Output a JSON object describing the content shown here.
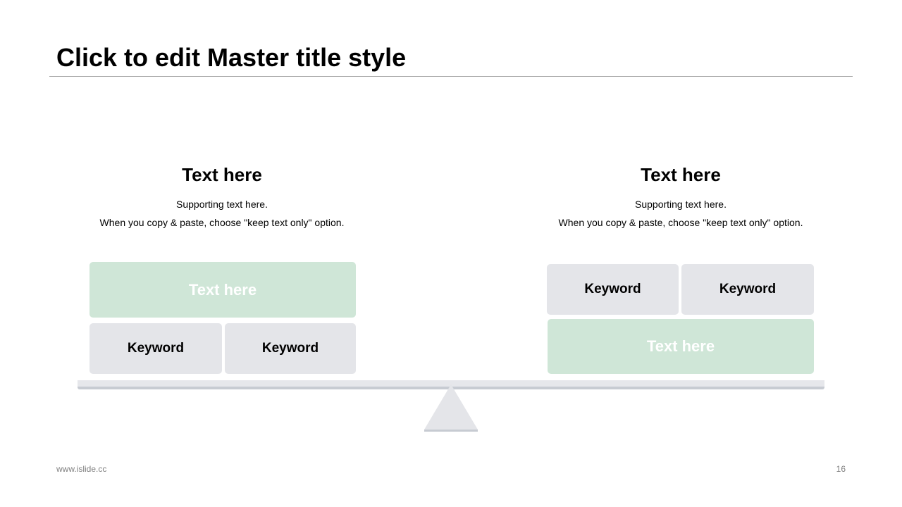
{
  "slide": {
    "title": "Click to edit Master title style"
  },
  "left": {
    "heading": "Text here",
    "support_line1": "Supporting text here.",
    "support_line2": "When you copy & paste, choose \"keep text only\" option.",
    "main_box": "Text here",
    "keywords": [
      "Keyword",
      "Keyword"
    ]
  },
  "right": {
    "heading": "Text here",
    "support_line1": "Supporting text here.",
    "support_line2": "When you copy & paste, choose \"keep text only\" option.",
    "main_box": "Text here",
    "keywords": [
      "Keyword",
      "Keyword"
    ]
  },
  "footer": {
    "website": "www.islide.cc",
    "page_number": "16"
  },
  "colors": {
    "green_box": "#cfe6d7",
    "grey_box": "#e4e5e9",
    "beam": "#e6e7eb",
    "beam_shadow": "#c7cbd2"
  }
}
